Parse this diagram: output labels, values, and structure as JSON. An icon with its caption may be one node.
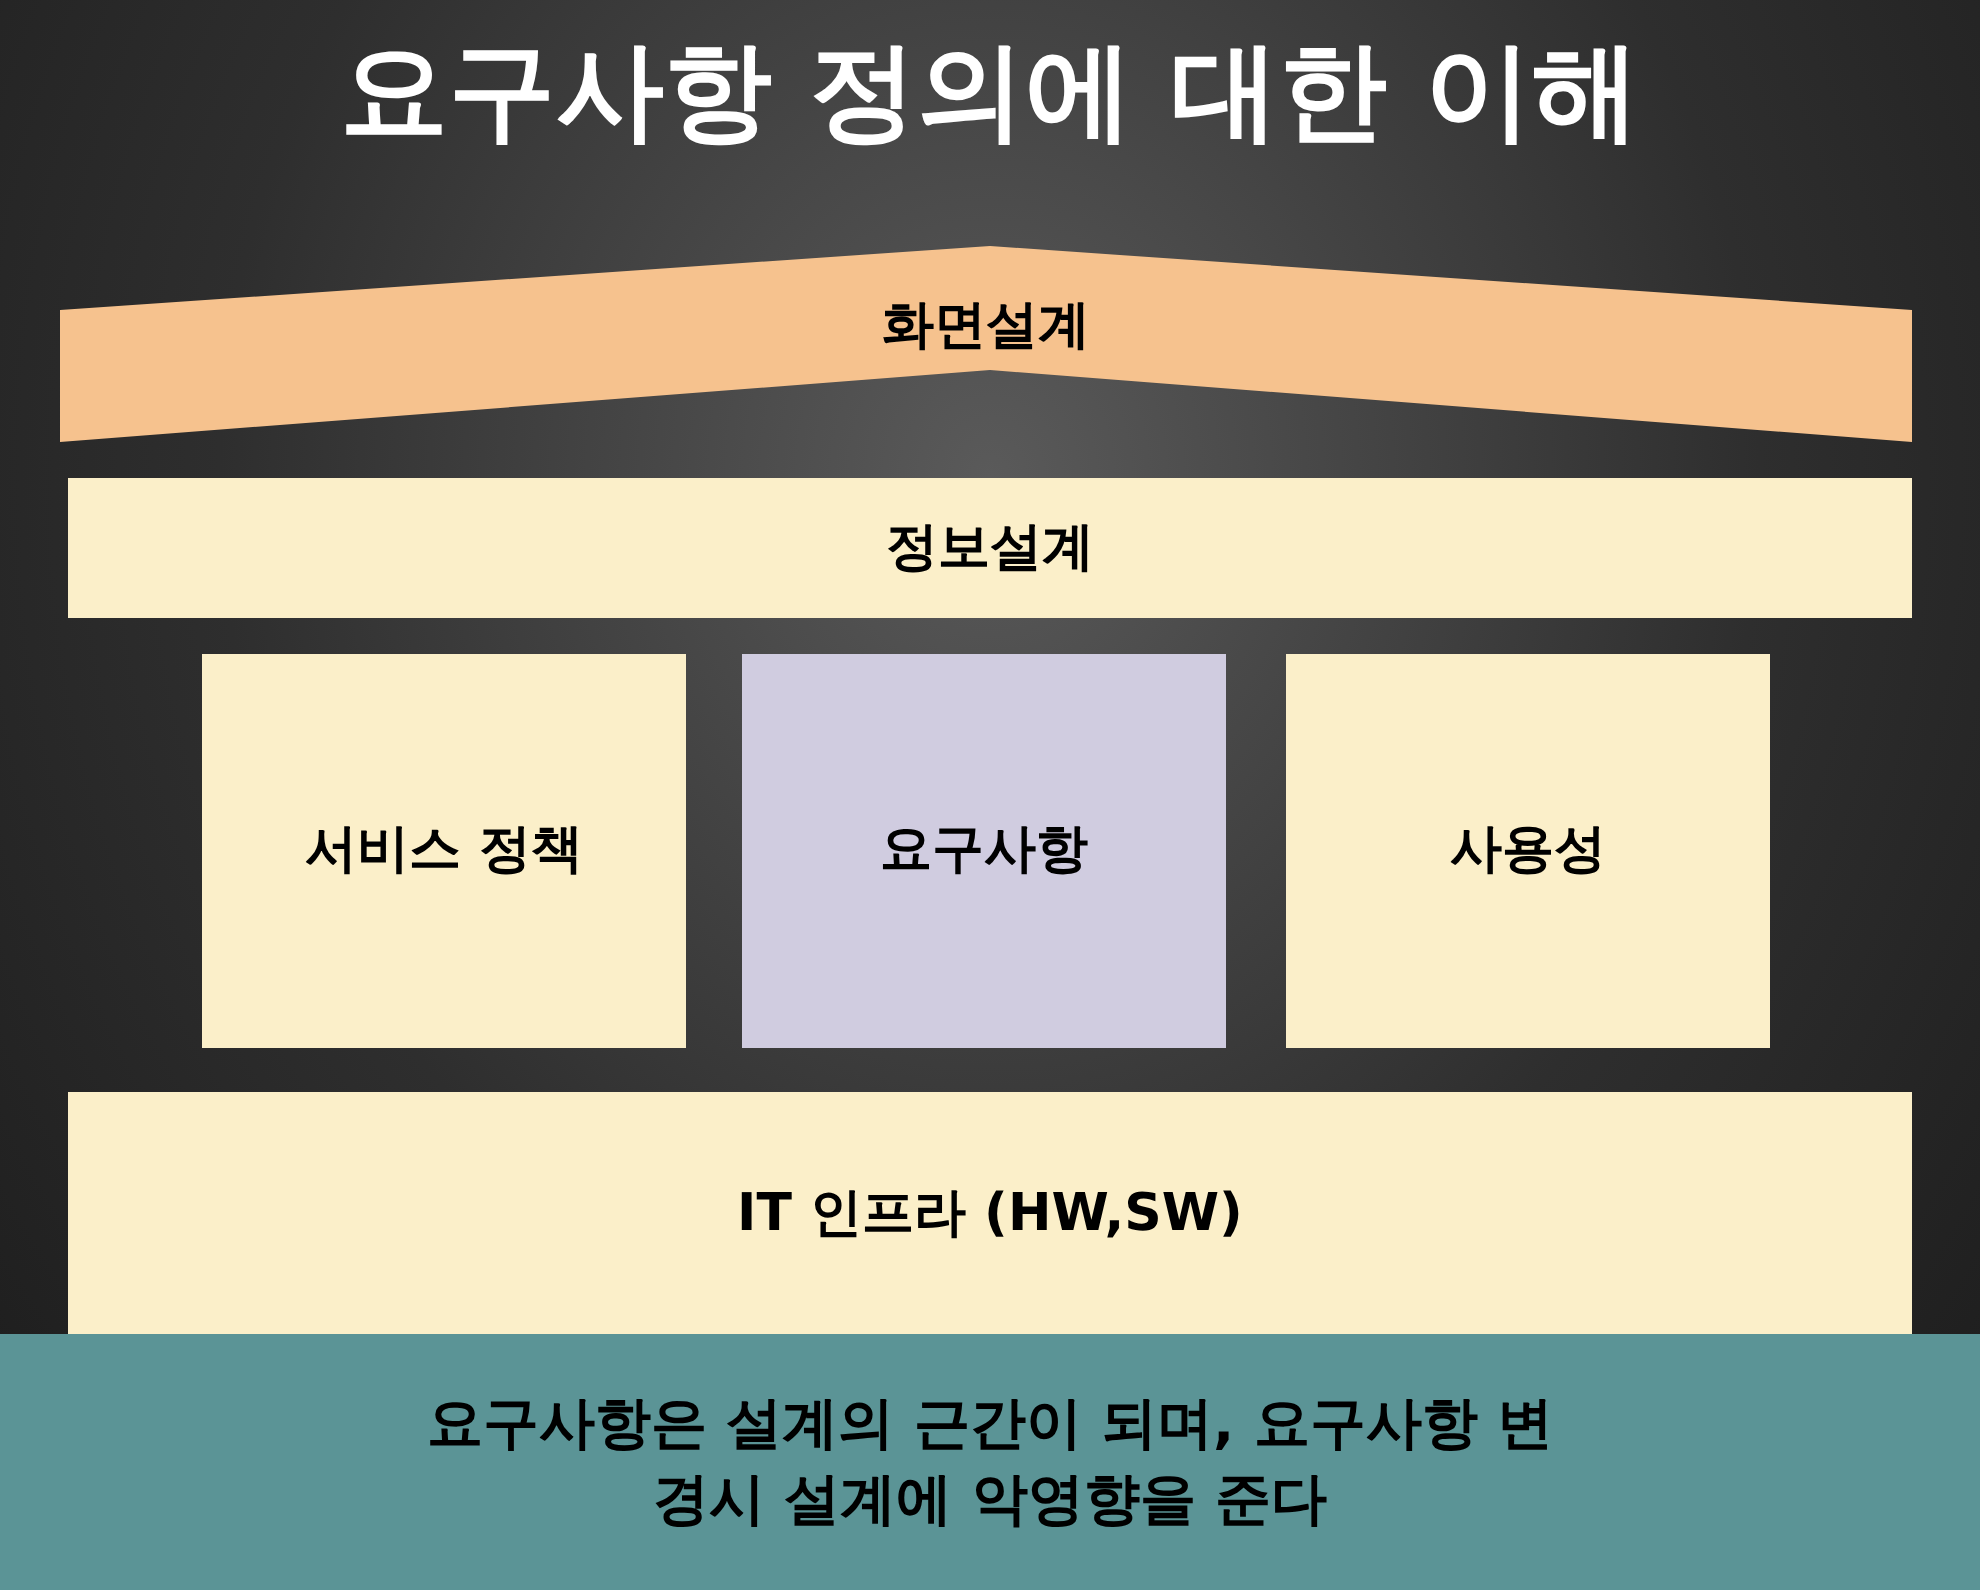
{
  "diagram": {
    "title": "요구사항 정의에 대한 이해",
    "nodes": [
      {
        "text": [
          "화면설계"
        ]
      },
      {
        "text": [
          "정보설계"
        ]
      },
      {
        "text": [
          "서비스 정책"
        ]
      },
      {
        "text": [
          "요구사항"
        ]
      },
      {
        "text": [
          "사용성"
        ]
      },
      {
        "text": [
          "IT 인프라 (HW,SW)"
        ]
      },
      {
        "text": [
          "요구사항은 설계의 근간이 되며, 요구사항 변경시 설계에 악영향을 준다"
        ]
      }
    ]
  }
}
